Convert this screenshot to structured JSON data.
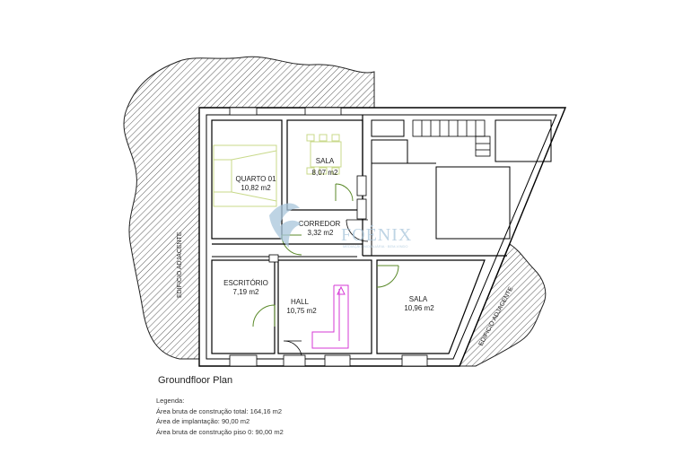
{
  "rooms": {
    "quarto": {
      "name": "QUARTO 01",
      "area": "10,82 m2"
    },
    "sala_top": {
      "name": "SALA",
      "area": "8,07 m2"
    },
    "corredor": {
      "name": "CORREDOR",
      "area": "3,32 m2"
    },
    "escritorio": {
      "name": "ESCRITÓRIO",
      "area": "7,19 m2"
    },
    "hall": {
      "name": "HALL",
      "area": "10,75 m2"
    },
    "sala_right": {
      "name": "SALA",
      "area": "10,96 m2"
    }
  },
  "adjacent": {
    "left": "EDIFICIO ADJACENTE",
    "right": "EDIFICIO ADJACENTE"
  },
  "watermark": {
    "name": "FOÉNIX",
    "tagline": "MEDIAÇÃO IMOBILIÁRIA · BEM-VINDO"
  },
  "title": "Groundfloor Plan",
  "legend": {
    "heading": "Legenda:",
    "lines": [
      "Área bruta de construção total: 164,16 m2",
      "Área de implantação: 90,00 m2",
      "Área bruta de construção piso 0: 90,00 m2"
    ]
  },
  "colors": {
    "walls": "#000000",
    "hatch": "#444444",
    "furniture": "#c8d98a",
    "stairs": "#d63ad6",
    "doors": "#5b8a2a",
    "watermark": "#a9c6dc"
  }
}
